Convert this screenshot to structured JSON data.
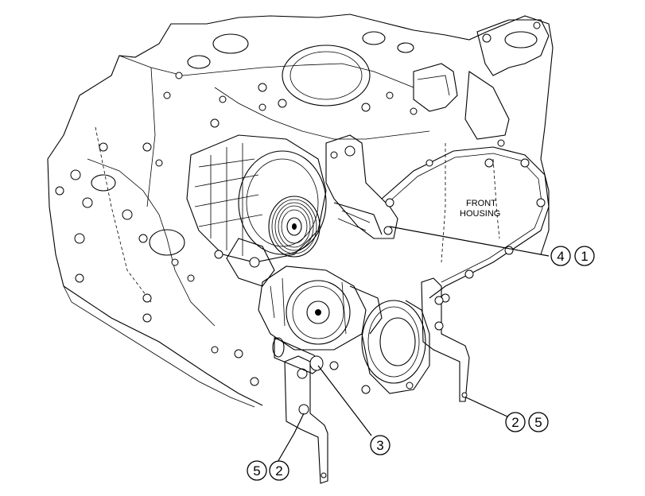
{
  "labels": {
    "front_housing_line1": "FRONT",
    "front_housing_line2": "HOUSING"
  },
  "callouts": [
    {
      "id": "c41",
      "numbers": [
        "4",
        "1"
      ]
    },
    {
      "id": "c25",
      "numbers": [
        "2",
        "5"
      ]
    },
    {
      "id": "c3",
      "numbers": [
        "3"
      ]
    },
    {
      "id": "c52",
      "numbers": [
        "5",
        "2"
      ]
    }
  ],
  "colors": {
    "line": "#000000",
    "background": "#ffffff"
  }
}
